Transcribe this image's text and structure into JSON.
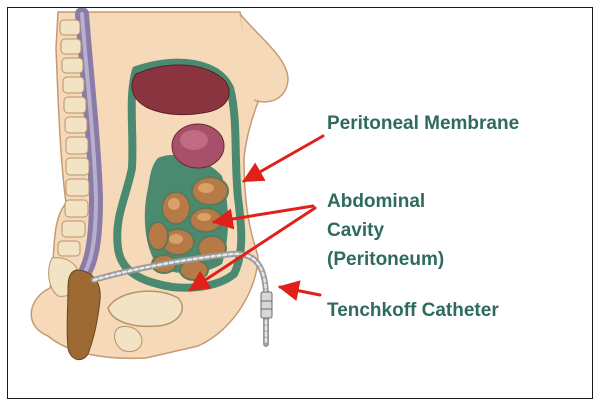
{
  "labels": {
    "peritoneal_membrane": "Peritoneal Membrane",
    "abdominal_cavity": [
      "Abdominal",
      "Cavity",
      "(Peritoneum)"
    ],
    "catheter": "Tenchkoff Catheter"
  },
  "colors": {
    "label_text": "#2e6b5e",
    "arrow": "#e0201a",
    "skin": "#f5d9b8",
    "skin_outline": "#c69a73",
    "organ_brown": "#b57a45",
    "liver": "#8a3440",
    "peritoneum_green": "#4a8a70",
    "spine": "#8a7ca6",
    "vertebra": "#f2e3c4",
    "intestine": "#9c6a32"
  },
  "icons": [
    "torso-cross-section-illustration",
    "arrow-icon"
  ]
}
